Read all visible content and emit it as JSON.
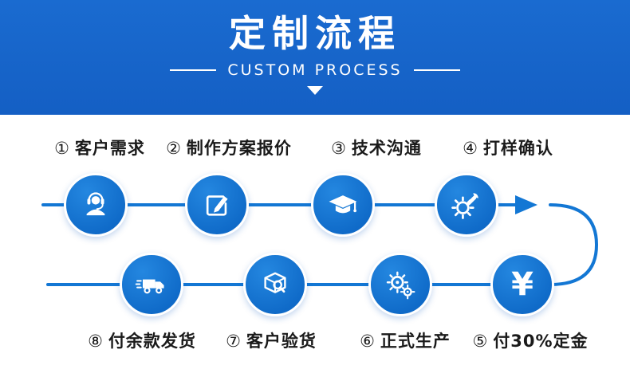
{
  "header": {
    "title": "定制流程",
    "subtitle": "CUSTOM PROCESS"
  },
  "colors": {
    "header_bg": "#145fc4",
    "accent": "#1377d4",
    "circle_fill": "#1371d0",
    "label_text": "#1a1a1a",
    "icon_color": "#ffffff"
  },
  "steps_top": [
    {
      "num": "①",
      "label": "客户需求",
      "icon": "headset-agent-icon"
    },
    {
      "num": "②",
      "label": "制作方案报价",
      "icon": "edit-pencil-icon"
    },
    {
      "num": "③",
      "label": "技术沟通",
      "icon": "graduation-cap-icon"
    },
    {
      "num": "④",
      "label": "打样确认",
      "icon": "wrench-gear-icon"
    }
  ],
  "steps_bottom": [
    {
      "num": "⑧",
      "label": "付余款发货",
      "icon": "delivery-truck-icon"
    },
    {
      "num": "⑦",
      "label": "客户验货",
      "icon": "box-inspect-icon"
    },
    {
      "num": "⑥",
      "label": "正式生产",
      "icon": "gears-icon"
    },
    {
      "num": "⑤",
      "label": "付30%定金",
      "icon": "yen-icon"
    }
  ],
  "icons": {
    "yen_glyph": "¥"
  },
  "flow": {
    "direction": "top row left-to-right, then down and bottom row right-to-left"
  }
}
